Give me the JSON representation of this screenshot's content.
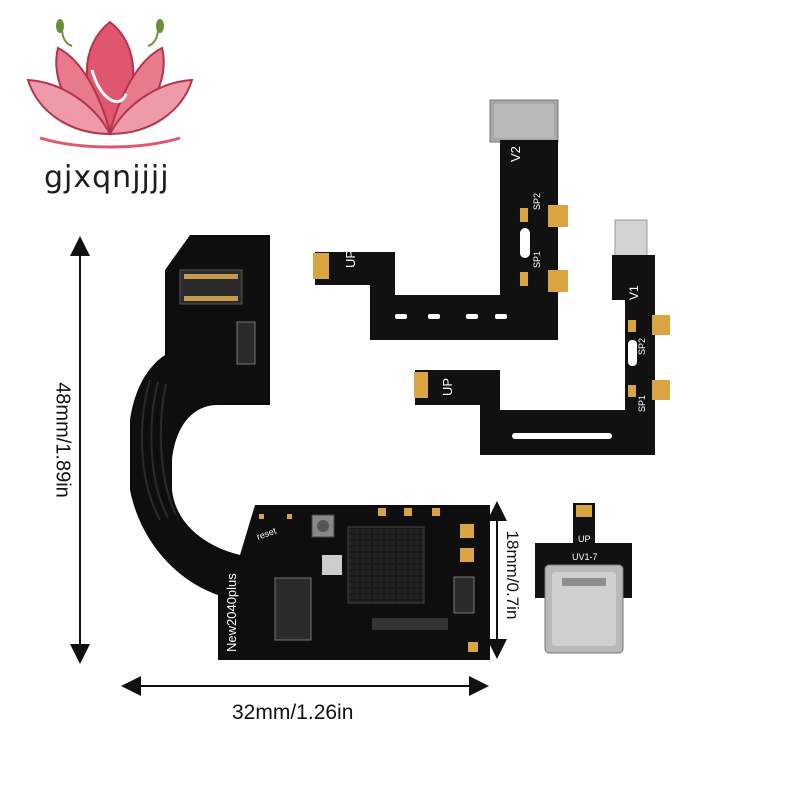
{
  "logo": {
    "brand_text": "gjxqnjjjj",
    "colors": {
      "petal": "#e0566f",
      "petal_dark": "#b2354b",
      "leaf": "#6a8f3a"
    }
  },
  "dimensions": {
    "height_label": "48mm/1.89in",
    "width_label": "32mm/1.26in",
    "small_height_label": "18mm/0.7in"
  },
  "board_labels": {
    "v2_version": "V2",
    "v2_sp2": "SP2",
    "v2_sp1": "SP1",
    "v2_up": "UP",
    "v1_version": "V1",
    "v1_sp2": "SP2",
    "v1_sp1": "SP1",
    "v1_up": "UP",
    "main_board_name": "New2040plus",
    "main_reset": "reset",
    "usbc_up": "UP",
    "usbc_version": "UV1-7"
  },
  "colors": {
    "pcb": "#111111",
    "gold": "#d9a441",
    "silver": "#a8a8a8",
    "arrow": "#111111"
  }
}
